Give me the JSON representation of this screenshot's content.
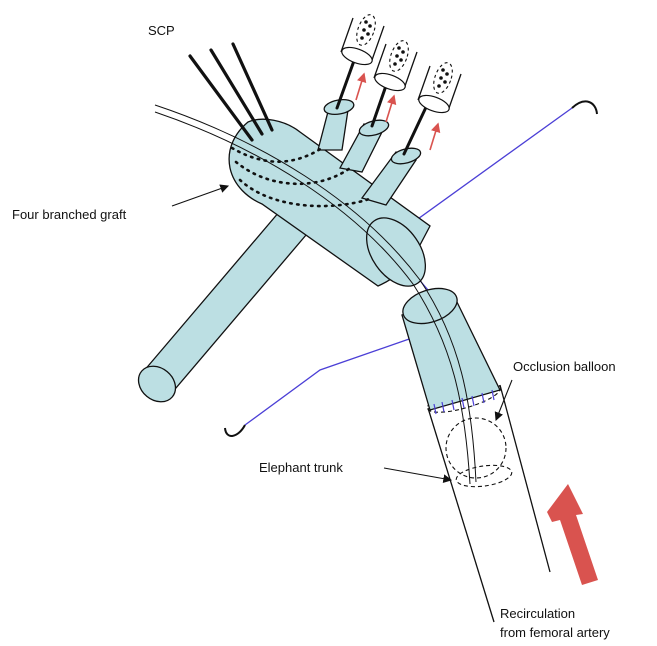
{
  "labels": {
    "scp": "SCP",
    "graft": "Four branched graft",
    "balloon": "Occlusion balloon",
    "trunk": "Elephant trunk",
    "recirc_line1": "Recirculation",
    "recirc_line2": "from femoral artery"
  },
  "colors": {
    "graft_fill": "#bcdfe3",
    "wire": "#4b3fd6",
    "arrow": "#d9534f",
    "ink": "#111111"
  }
}
